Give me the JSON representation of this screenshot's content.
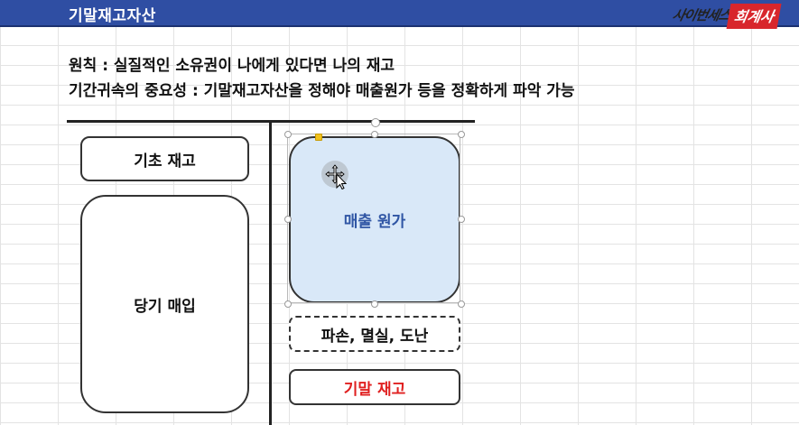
{
  "header": {
    "title": "기말재고자산",
    "logo_script": "사이번세스",
    "logo_badge": "회계사"
  },
  "content": {
    "principle_line": "원칙 : 실질적인 소유권이 나에게 있다면 나의 재고",
    "period_line": "기간귀속의 중요성 : 기말재고자산을 정해야 매출원가 등을 정확하게 파악 가능"
  },
  "diagram": {
    "opening_inventory": "기초 재고",
    "current_purchases": "당기 매입",
    "cost_of_goods_sold": "매출 원가",
    "loss_items": "파손, 멸실, 도난",
    "ending_inventory": "기말 재고"
  },
  "colors": {
    "header_bg": "#2f4ea3",
    "cogs_fill": "#d9e8f8",
    "cogs_text": "#2f55a4",
    "ending_text": "#e02020",
    "logo_badge": "#d8262c"
  },
  "icons": {
    "cursor": "move-cursor-icon"
  }
}
